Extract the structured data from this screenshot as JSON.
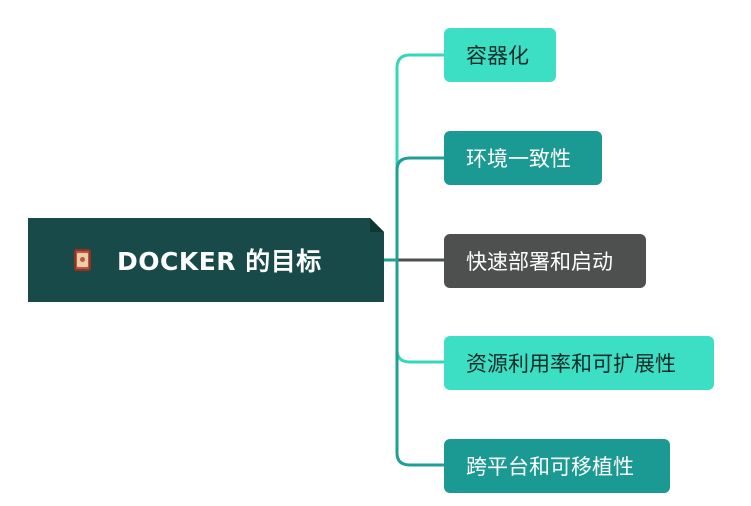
{
  "root": {
    "title": "DOCKER 的目标",
    "icon": "notebook-icon"
  },
  "branches": [
    {
      "label": "容器化",
      "color": "#3ddfc4"
    },
    {
      "label": "环境一致性",
      "color": "#1a9a92"
    },
    {
      "label": "快速部署和启动",
      "color": "#4d504e"
    },
    {
      "label": "资源利用率和可扩展性",
      "color": "#3ddfc4"
    },
    {
      "label": "跨平台和可移植性",
      "color": "#1a9a92"
    }
  ],
  "colors": {
    "root_background": "#184a4a",
    "connector_teal": "#2fcfb6",
    "connector_dark": "#1a9a92",
    "connector_gray": "#4d504e"
  }
}
